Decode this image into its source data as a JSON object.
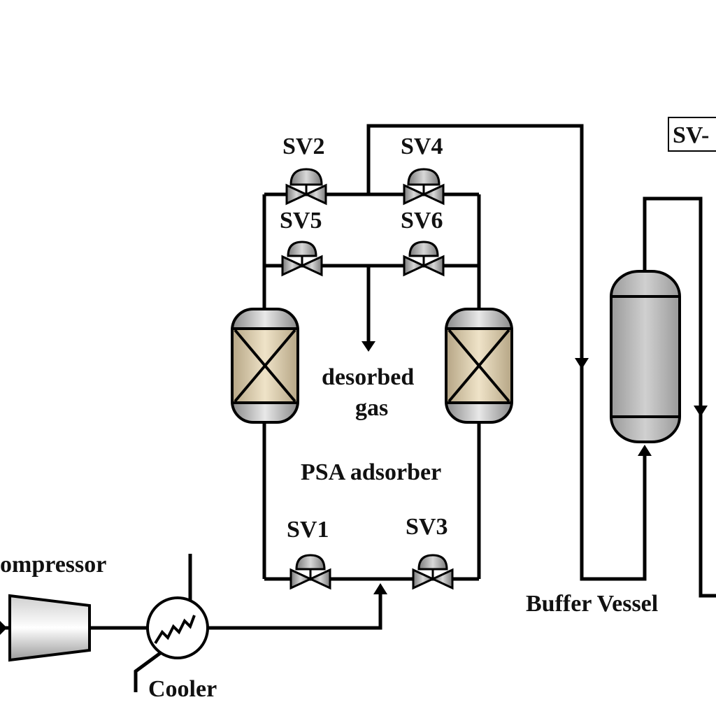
{
  "labels": {
    "sv1": "SV1",
    "sv2": "SV2",
    "sv3": "SV3",
    "sv4": "SV4",
    "sv5": "SV5",
    "sv6": "SV6",
    "sv_partial": "SV-",
    "desorbed_line1": "desorbed",
    "desorbed_line2": "gas",
    "psa_adsorber": "PSA adsorber",
    "compressor": "ompressor",
    "cooler": "Cooler",
    "buffer_vessel": "Buffer  Vessel"
  },
  "colors": {
    "line": "#000000",
    "vessel_fill": "#c8c8c8",
    "bed_band": "#d9c8a8",
    "valve_fill": "#a8a8a8"
  },
  "icons": [
    "solenoid-valve-icon",
    "adsorber-column-icon",
    "buffer-vessel-icon",
    "compressor-icon",
    "cooler-icon",
    "flow-arrow-icon"
  ]
}
